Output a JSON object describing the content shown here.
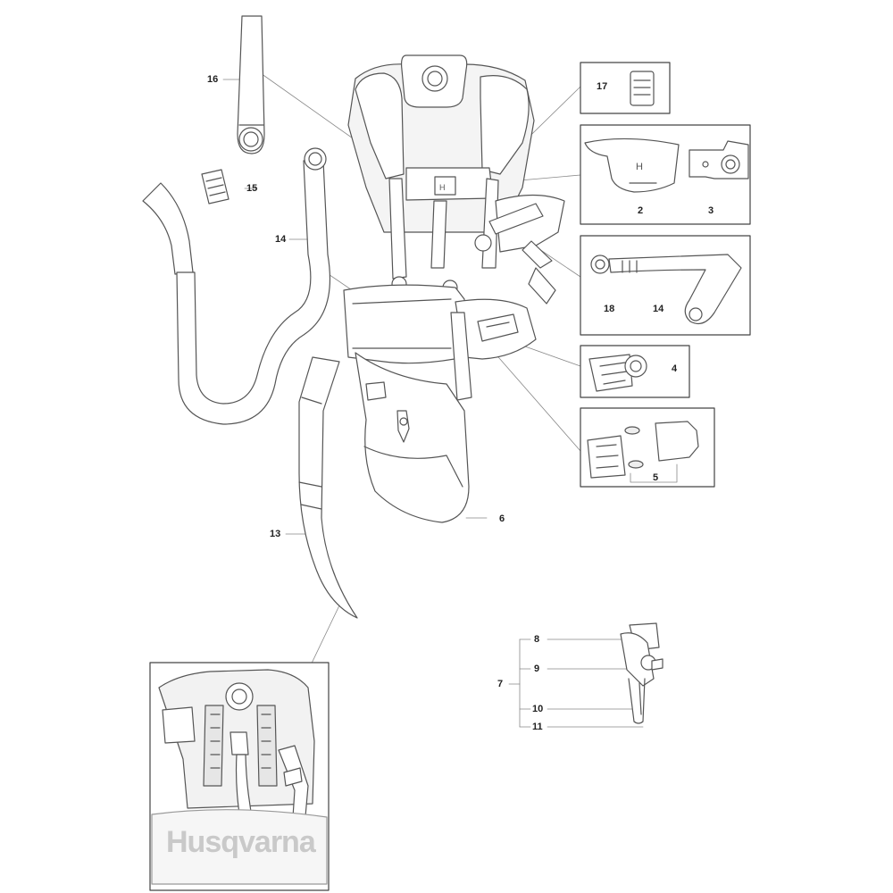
{
  "labels": {
    "l16": "16",
    "l15": "15",
    "l14a": "14",
    "l13": "13",
    "l6": "6",
    "l17": "17",
    "l2": "2",
    "l3": "3",
    "l18": "18",
    "l14b": "14",
    "l4": "4",
    "l5": "5",
    "l7": "7",
    "l8": "8",
    "l9": "9",
    "l10": "10",
    "l11": "11"
  },
  "inset": {
    "brand_text": "Husqvarna"
  },
  "colors": {
    "line": "#555555",
    "fill": "#ffffff",
    "shade": "#e6e6e6",
    "text": "#222222"
  }
}
